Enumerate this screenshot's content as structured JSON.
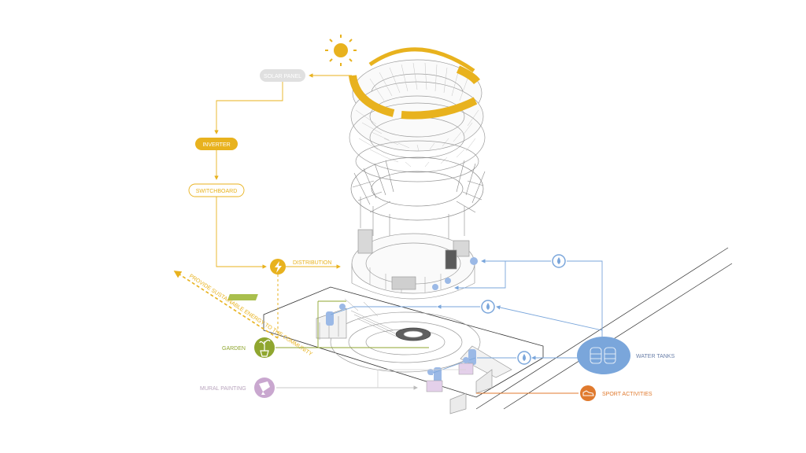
{
  "flow": {
    "solar_panel": "SOLAR PANEL",
    "inverter": "INVERTER",
    "switchboard": "SWITCHBOARD",
    "distribution": "DISTRIBUTION",
    "community_note": "PROVIDE SUSTAINABLE ENERGY TO THE COMMUNITY"
  },
  "legend": {
    "garden": "GARDEN",
    "mural_painting": "MURAL PAINTING",
    "water_tanks": "WATER TANKS",
    "sport_activities": "SPORT ACTIVITIES"
  },
  "colors": {
    "solar": "#e8b21e",
    "garden": "#8fa62f",
    "mural": "#c9a7cf",
    "water": "#7aa6db",
    "sport": "#e07a2e",
    "line": "#9a9a9a"
  },
  "icons": {
    "sun": "sun-icon",
    "lightning": "lightning-icon",
    "plant": "plant-pot-icon",
    "paint": "paint-brush-icon",
    "water_drop": "water-drop-icon",
    "sport": "sneaker-icon"
  }
}
